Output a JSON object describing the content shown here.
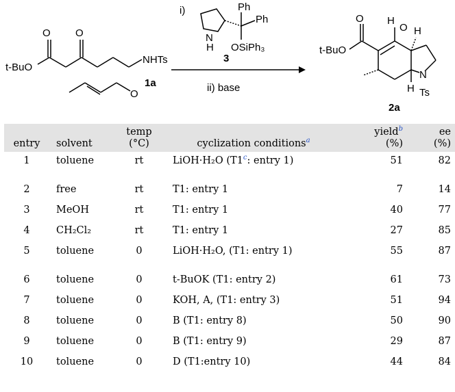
{
  "scheme": {
    "reactant_label": "1a",
    "reactant_ester": "t-BuO",
    "reactant_nh": "NHTs",
    "catalyst_step": "i)",
    "catalyst_label": "3",
    "catalyst_nh": "N",
    "catalyst_h": "H",
    "catalyst_ph1": "Ph",
    "catalyst_ph2": "Ph",
    "catalyst_osi": "OSiPh₃",
    "base_step": "ii) base",
    "product_label": "2a",
    "product_ester": "t-BuO",
    "product_n": "N",
    "product_ts": "Ts",
    "product_h1": "H",
    "product_h2": "H",
    "product_h3": "H",
    "product_o": "O",
    "product_o2": "O",
    "reactant_o1": "O",
    "reactant_o2": "O",
    "reactant_o3": "O"
  },
  "table": {
    "headers": {
      "entry": "entry",
      "solvent": "solvent",
      "temp_1": "temp",
      "temp_2": "(°C)",
      "cond": "cyclization conditions",
      "cond_fn": "a",
      "yield_1": "yield",
      "yield_fn": "b",
      "yield_2": "(%)",
      "ee_1": "ee",
      "ee_2": "(%)"
    },
    "rows": [
      {
        "entry": "1",
        "solvent": "toluene",
        "temp": "rt",
        "cond_main": "LiOH·H₂O (T1",
        "cond_fn": "c",
        "cond_rest": ": entry 1)",
        "yield": "51",
        "ee": "82"
      },
      {
        "entry": "2",
        "solvent": "free",
        "temp": "rt",
        "cond_main": "T1: entry 1",
        "cond_fn": "",
        "cond_rest": "",
        "yield": "7",
        "ee": "14"
      },
      {
        "entry": "3",
        "solvent": "MeOH",
        "temp": "rt",
        "cond_main": "T1: entry 1",
        "cond_fn": "",
        "cond_rest": "",
        "yield": "40",
        "ee": "77"
      },
      {
        "entry": "4",
        "solvent": "CH₂Cl₂",
        "temp": "rt",
        "cond_main": "T1: entry 1",
        "cond_fn": "",
        "cond_rest": "",
        "yield": "27",
        "ee": "85"
      },
      {
        "entry": "5",
        "solvent": "toluene",
        "temp": "0",
        "cond_main": "LiOH·H₂O, (T1: entry 1)",
        "cond_fn": "",
        "cond_rest": "",
        "yield": "55",
        "ee": "87"
      },
      {
        "entry": "6",
        "solvent": "toluene",
        "temp": "0",
        "cond_main": "t-BuOK (T1: entry 2)",
        "cond_fn": "",
        "cond_rest": "",
        "yield": "61",
        "ee": "73"
      },
      {
        "entry": "7",
        "solvent": "toluene",
        "temp": "0",
        "cond_main": "KOH, A, (T1: entry 3)",
        "cond_fn": "",
        "cond_rest": "",
        "yield": "51",
        "ee": "94"
      },
      {
        "entry": "8",
        "solvent": "toluene",
        "temp": "0",
        "cond_main": "B (T1: entry 8)",
        "cond_fn": "",
        "cond_rest": "",
        "yield": "50",
        "ee": "90"
      },
      {
        "entry": "9",
        "solvent": "toluene",
        "temp": "0",
        "cond_main": "B (T1: entry 9)",
        "cond_fn": "",
        "cond_rest": "",
        "yield": "29",
        "ee": "87"
      },
      {
        "entry": "10",
        "solvent": "toluene",
        "temp": "0",
        "cond_main": "D (T1:entry 10)",
        "cond_fn": "",
        "cond_rest": "",
        "yield": "44",
        "ee": "84"
      }
    ]
  }
}
